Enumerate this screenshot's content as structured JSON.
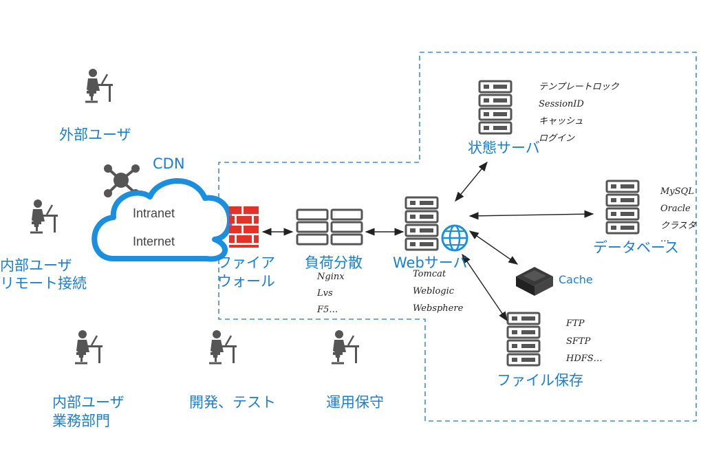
{
  "colors": {
    "accent": "#1a7fd0",
    "icon_gray": "#555555",
    "firewall_red": "#e0342b",
    "dash": "#3b8fd6"
  },
  "users": {
    "external": "外部ユーザ",
    "internal_remote_1": "内部ユーザ",
    "internal_remote_2": "リモート接続",
    "internal_business_1": "内部ユーザ",
    "internal_business_2": "業務部門",
    "dev_test": "開発、テスト",
    "ops": "運用保守"
  },
  "cdn": {
    "label": "CDN",
    "line1": "Intranet",
    "line2": "Internet"
  },
  "firewall": {
    "line1": "ファイア",
    "line2": "ウォール"
  },
  "load_balancer": {
    "label": "負荷分散",
    "notes": [
      "Nginx",
      "Lvs",
      "F5…"
    ]
  },
  "web_server": {
    "label": "Webサーバ",
    "notes": [
      "Tomcat",
      "Weblogic",
      "Websphere"
    ]
  },
  "state_server": {
    "label": "状態サーバ",
    "notes": [
      "テンプレートロック",
      "SessionID",
      "キャッシュ",
      "ログイン"
    ]
  },
  "database": {
    "label": "データベース",
    "notes": [
      "MySQL",
      "Oracle",
      "クラスタ",
      "…"
    ]
  },
  "cache": {
    "label": "Cache"
  },
  "file_storage": {
    "label": "ファイル保存",
    "notes": [
      "FTP",
      "SFTP",
      "HDFS…"
    ]
  },
  "icons": [
    "user-at-desk-icon",
    "network-hub-icon",
    "cloud-icon",
    "firewall-icon",
    "server-rack-icon",
    "load-balancer-icon",
    "globe-icon",
    "cache-cube-icon"
  ]
}
